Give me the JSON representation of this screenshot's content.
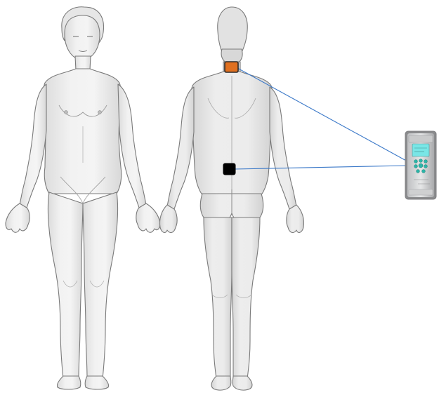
{
  "figures": {
    "front_view": "female-body-front",
    "back_view": "female-body-back"
  },
  "electrodes": [
    {
      "id": "neck",
      "color": "#e07020",
      "border": "#2a2a2a"
    },
    {
      "id": "lower-back",
      "color": "#000000",
      "border": "#000000"
    }
  ],
  "leads": {
    "color": "#3a78c8"
  },
  "device": {
    "screen_color": "#79e6e6",
    "button_color": "#2bb5a8",
    "body_color": "#d6d7d6",
    "frame_color": "#8a8b8d",
    "brand": "",
    "model": ""
  }
}
